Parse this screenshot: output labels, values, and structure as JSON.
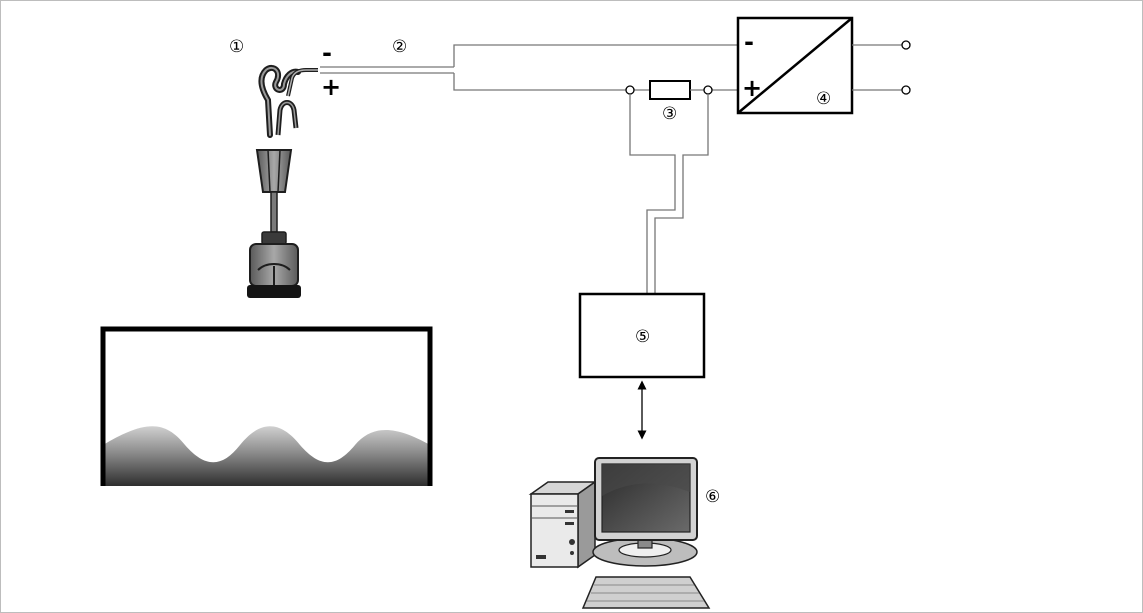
{
  "callouts": {
    "c1": "①",
    "c2": "②",
    "c3": "③",
    "c4": "④",
    "c5": "⑤",
    "c6": "⑥"
  },
  "polarity": {
    "sensor_minus": "-",
    "sensor_plus": "+",
    "supply_minus": "-",
    "supply_plus": "+"
  }
}
